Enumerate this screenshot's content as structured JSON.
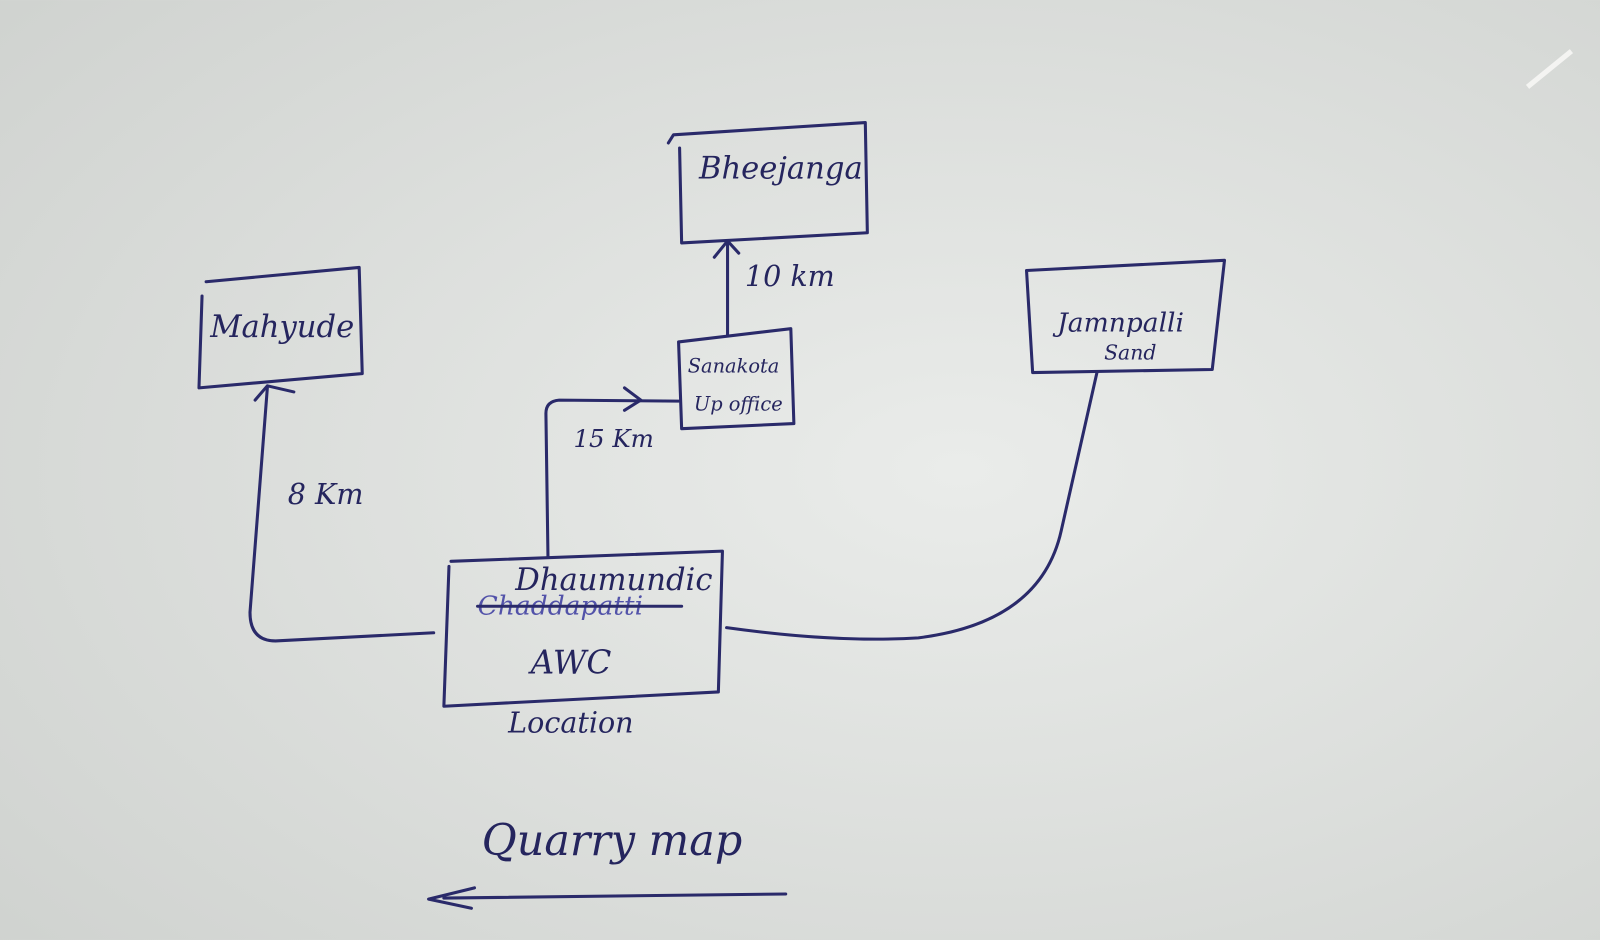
{
  "diagram": {
    "title": "Quarry map",
    "nodes": {
      "center": {
        "line1": "Dhaumundic",
        "struck": "Chaddapatti",
        "line2": "AWC",
        "caption": "Location"
      },
      "left": {
        "label": "Mahyude"
      },
      "mid": {
        "line1": "Sanakota",
        "line2": "Up office"
      },
      "top": {
        "label": "Bheejanga"
      },
      "right": {
        "line1": "Jamnpalli",
        "line2": "Sand"
      }
    },
    "edges": {
      "center_left": "8 Km",
      "center_mid": "15 Km",
      "mid_top": "10 km"
    },
    "colors": {
      "paper": "#dcdedb",
      "ink": "#2a2a6a"
    }
  }
}
